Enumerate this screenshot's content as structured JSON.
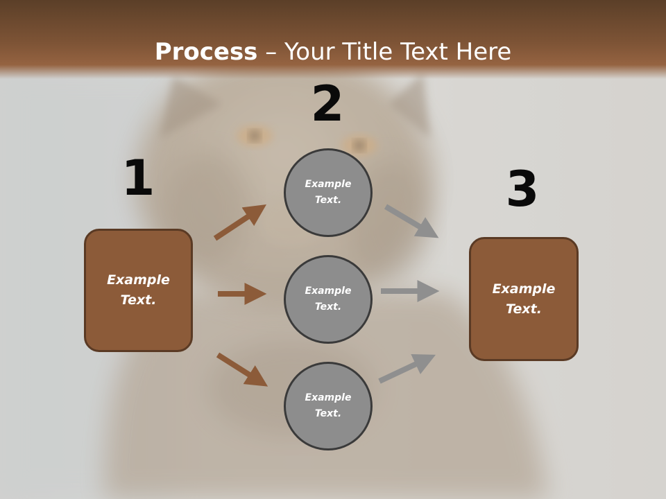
{
  "title": {
    "bold": "Process",
    "rest": " – Your Title Text Here"
  },
  "steps": {
    "one": "1",
    "two": "2",
    "three": "3"
  },
  "boxes": {
    "left": "Example\nText.",
    "right": "Example\nText."
  },
  "circles": {
    "top": "Example\nText.",
    "middle": "Example\nText.",
    "bottom": "Example\nText."
  },
  "colors": {
    "title_bar": "#7e5436",
    "box_fill": "#8c5b39",
    "box_border": "#5a3a24",
    "circle_fill": "#8d8d8d",
    "circle_border": "#3a3a3a",
    "arrow_brown": "#8c5b39",
    "arrow_gray": "#8f8f8f",
    "number_color": "#0a0a0a"
  }
}
